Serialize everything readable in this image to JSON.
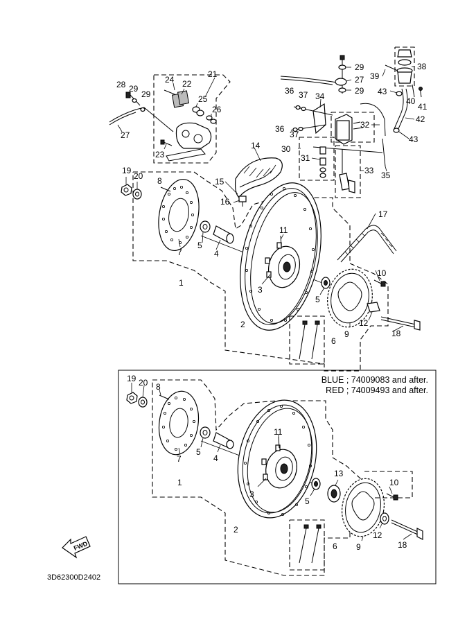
{
  "diagram_code": "3D62300D2402",
  "fwd_label": "FWD",
  "notes": {
    "blue": "BLUE ; 74009083 and after.",
    "red": "RED ; 74009493 and after."
  },
  "upper_labels": {
    "p1": "1",
    "p2": "2",
    "p3": "3",
    "p4": "4",
    "p5a": "5",
    "p5b": "5",
    "p6": "6",
    "p7": "7",
    "p8": "8",
    "p9": "9",
    "p10": "10",
    "p11": "11",
    "p12": "12",
    "p14": "14",
    "p15": "15",
    "p16": "16",
    "p17": "17",
    "p18": "18",
    "p19": "19",
    "p20": "20",
    "p21": "21",
    "p22": "22",
    "p23": "23",
    "p24": "24",
    "p25": "25",
    "p26": "26",
    "p27a": "27",
    "p27b": "27",
    "p28": "28",
    "p29a": "29",
    "p29b": "29",
    "p29c": "29",
    "p29d": "29",
    "p30": "30",
    "p31": "31",
    "p32": "32",
    "p33": "33",
    "p34": "34",
    "p35": "35",
    "p36a": "36",
    "p36b": "36",
    "p37a": "37",
    "p37b": "37",
    "p38": "38",
    "p39": "39",
    "p40": "40",
    "p41": "41",
    "p42": "42",
    "p43a": "43",
    "p43b": "43"
  },
  "lower_labels": {
    "p1": "1",
    "p2": "2",
    "p3": "3",
    "p4": "4",
    "p5a": "5",
    "p5b": "5",
    "p6": "6",
    "p7": "7",
    "p8": "8",
    "p9": "9",
    "p10": "10",
    "p11": "11",
    "p12": "12",
    "p13": "13",
    "p18": "18",
    "p19": "19",
    "p20": "20"
  }
}
